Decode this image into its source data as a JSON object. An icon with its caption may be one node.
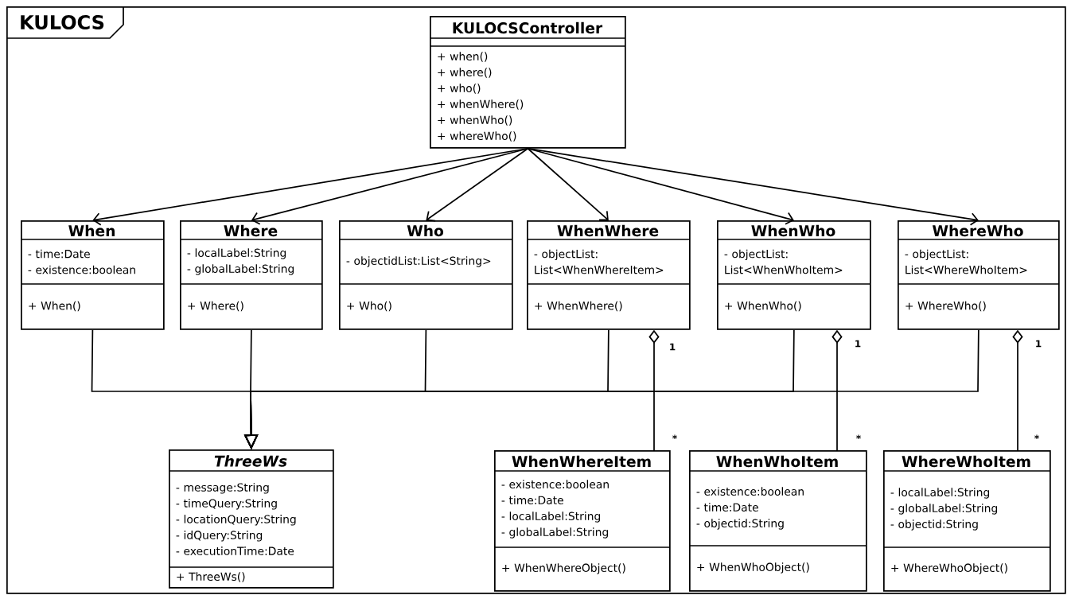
{
  "diagram": {
    "nodes": [
      {
        "text": [
          "KULOCS"
        ]
      },
      {
        "text": [
          "KULOCSController",
          "+ when()",
          "+ where()",
          "+ who()",
          "+ whenWhere()",
          "+ whenWho()",
          "+ whereWho()"
        ],
        "in": 0
      },
      {
        "text": [
          "When",
          "- time:Date",
          "- existence:boolean",
          "+ When()"
        ],
        "in": 0
      },
      {
        "text": [
          "Where",
          "- localLabel:String",
          "- globalLabel:String",
          "+ Where()"
        ],
        "in": 0
      },
      {
        "text": [
          "Who",
          "- objectidList:List<String>",
          "+ Who()"
        ],
        "in": 0
      },
      {
        "text": [
          "WhenWhere",
          "- objectList: List<WhenWhereItem>",
          "+ WhenWhere()"
        ],
        "in": 0
      },
      {
        "text": [
          "WhenWho",
          "- objectList: List<WhenWhoItem>",
          "+ WhenWho()"
        ],
        "in": 0
      },
      {
        "text": [
          "WhereWho",
          "- objectList: List<WhereWhoItem>",
          "+ WhereWho()"
        ],
        "in": 0
      },
      {
        "text": [
          "ThreeWs",
          "- message:String",
          "- timeQuery:String",
          "- locationQuery:String",
          "- idQuery:String",
          "- executionTime:Date",
          "+ ThreeWs()"
        ],
        "in": 0
      },
      {
        "text": [
          "WhenWhereItem",
          "- existence:boolean",
          "- time:Date",
          "- localLabel:String",
          "- globalLabel:String",
          "+ WhenWhereObject()"
        ],
        "in": 0
      },
      {
        "text": [
          "WhenWhoItem",
          "- existence:boolean",
          "- time:Date",
          "- objectid:String",
          "+ WhenWhoObject()"
        ],
        "in": 0
      },
      {
        "text": [
          "WhereWhoItem",
          "- localLabel:String",
          "- globalLabel:String",
          "- objectid:String",
          "+ WhereWhoObject()"
        ],
        "in": 0
      }
    ],
    "edges": [
      {
        "from": 1,
        "to": 2,
        "arrow": "to"
      },
      {
        "from": 1,
        "to": 3,
        "arrow": "to"
      },
      {
        "from": 1,
        "to": 4,
        "arrow": "to"
      },
      {
        "from": 1,
        "to": 5,
        "arrow": "to"
      },
      {
        "from": 1,
        "to": 6,
        "arrow": "to"
      },
      {
        "from": 1,
        "to": 7,
        "arrow": "to"
      },
      {
        "from": 2,
        "to": 8,
        "arrow": "to"
      },
      {
        "from": 3,
        "to": 8,
        "arrow": "to"
      },
      {
        "from": 4,
        "to": 8,
        "arrow": "to"
      },
      {
        "from": 5,
        "to": 8,
        "arrow": "to"
      },
      {
        "from": 6,
        "to": 8,
        "arrow": "to"
      },
      {
        "from": 7,
        "to": 8,
        "arrow": "to"
      },
      {
        "from": 5,
        "to": 9,
        "arrow": "other"
      },
      {
        "from": 6,
        "to": 10,
        "arrow": "other"
      },
      {
        "from": 7,
        "to": 11,
        "arrow": "other"
      }
    ],
    "labels": [
      "1",
      "*",
      "1",
      "*",
      "1",
      "*"
    ]
  }
}
